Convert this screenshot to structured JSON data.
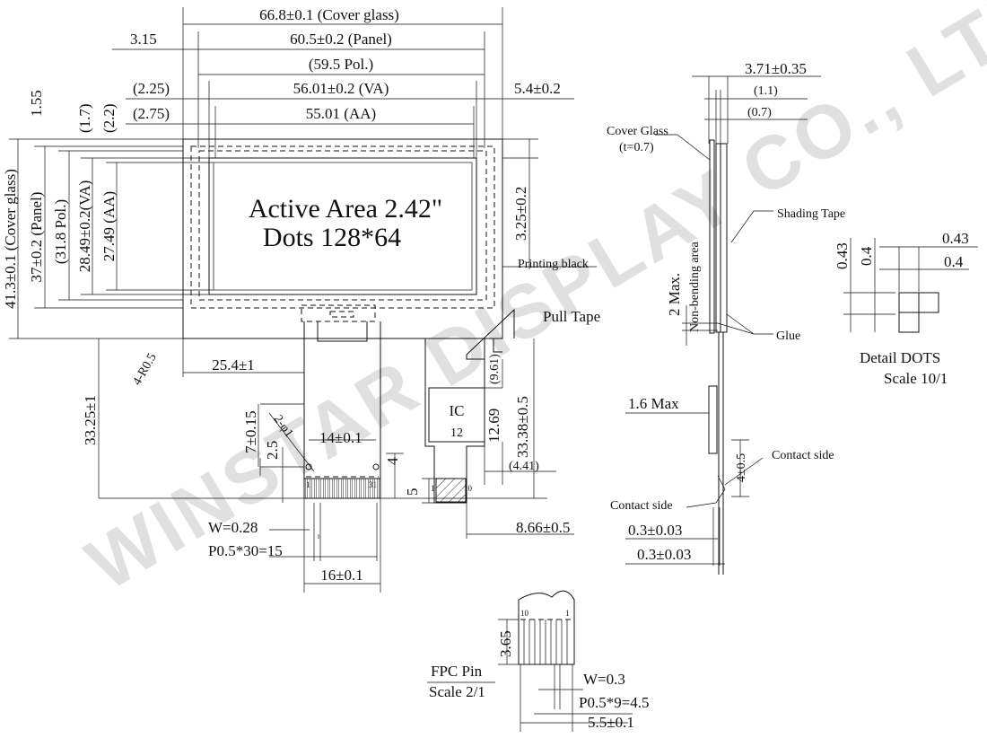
{
  "drawing": {
    "top_dims": {
      "cover_glass_w": "66.8±0.1 (Cover glass)",
      "panel_w": "60.5±0.2 (Panel)",
      "offset_315": "3.15",
      "pol_w": "(59.5 Pol.)",
      "offset_225": "(2.25)",
      "va_w": "56.01±0.2 (VA)",
      "right_54": "5.4±0.2",
      "offset_275": "(2.75)",
      "aa_w": "55.01 (AA)"
    },
    "left_dims": {
      "top_155": "1.55",
      "top_17": "(1.7)",
      "top_22": "(2.2)",
      "cover_glass_h": "41.3±0.1 (Cover glass)",
      "panel_h": "37±0.2 (Panel)",
      "pol_h": "(31.8 Pol.)",
      "va_h": "28.49±0.2(VA)",
      "aa_h": "27.49 (AA)"
    },
    "active_area": {
      "line1": "Active Area 2.42\"",
      "line2": "Dots 128*64"
    },
    "right_dims": {
      "r325": "3.25±0.2",
      "printing_black": "Printing black",
      "pull_tape": "Pull Tape"
    },
    "lower": {
      "radius": "4-R0.5",
      "d254": "25.4±1",
      "d3325": "33.25±1",
      "d961": "(9.61)",
      "ic": "IC",
      "ic_w": "12",
      "d1269": "12.69",
      "d3338": "33.38±0.5",
      "d7": "7±0.15",
      "hole": "2-φ1",
      "d25": "2.5",
      "d14": "14±0.1",
      "d4": "4",
      "d441": "(4.41)",
      "d5": "5",
      "pin1": "1",
      "pin31": "31",
      "fpc_pin1": "1",
      "fpc_pin10": "10",
      "w028": "W=0.28",
      "pitch30": "P0.5*30=15",
      "d866": "8.66±0.5",
      "d16": "16±0.1"
    },
    "side_view": {
      "thick": "3.71±0.35",
      "d11": "(1.1)",
      "d07": "(0.7)",
      "cover_glass": "Cover Glass",
      "cover_t": "(t=0.7)",
      "shading_tape": "Shading Tape",
      "max2": "2 Max.",
      "non_bending": "Non-bending area",
      "glue": "Glue",
      "max16": "1.6 Max",
      "d4_05": "4±0.5",
      "contact_side_1": "Contact side",
      "contact_side_2": "Contact side",
      "d03_a": "0.3±0.03",
      "d03_b": "0.3±0.03"
    },
    "detail_dots": {
      "v043": "0.43",
      "v04": "0.4",
      "h043": "0.43",
      "h04": "0.4",
      "title": "Detail DOTS",
      "scale": "Scale 10/1"
    },
    "fpc_pin": {
      "p10": "10",
      "p1": "1",
      "d365": "3.65",
      "title": "FPC Pin",
      "scale": "Scale 2/1",
      "w03": "W=0.3",
      "pitch9": "P0.5*9=4.5",
      "d55": "5.5±0.1"
    },
    "watermark": "WINSTAR DISPLAY CO., LTD."
  }
}
